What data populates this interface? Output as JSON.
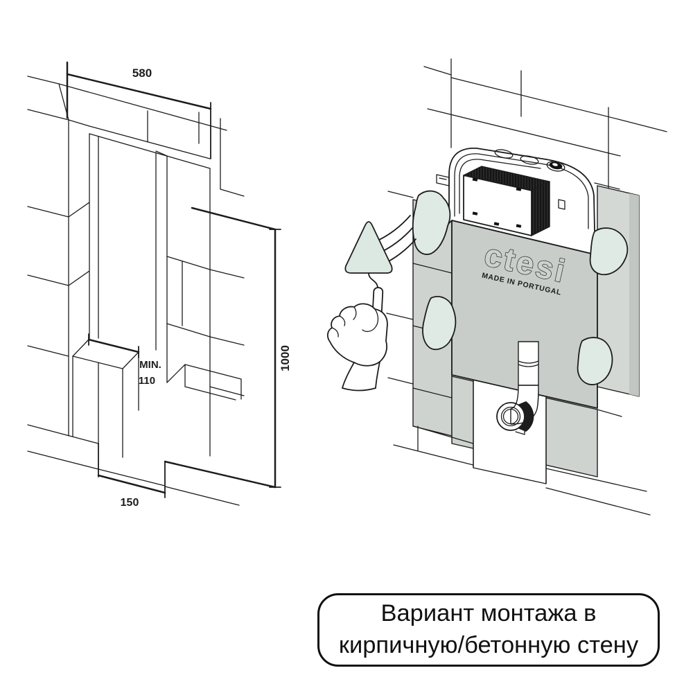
{
  "left_diagram": {
    "dim_width_top": "580",
    "dim_height": "1000",
    "dim_depth_label": "MIN.",
    "dim_depth_value": "110",
    "dim_channel_width": "150"
  },
  "right_illustration": {
    "brand_logo": "ctesi",
    "brand_origin": "MADE IN PORTUGAL",
    "colors": {
      "line": "#1c1c1c",
      "body_gray": "#c8cdc9",
      "panel_gray": "#d4d8d4",
      "panel_edge_gray": "#c2c6c2",
      "wall_gray": "#ced3cf",
      "mortar_green": "#e0eae4",
      "trowel_green": "#dce8e2",
      "box_dark": "#151515",
      "logo_fill": "#cdd2ce"
    }
  },
  "caption": {
    "line1": "Вариант монтажа в",
    "line2": "кирпичную/бетонную стену"
  }
}
